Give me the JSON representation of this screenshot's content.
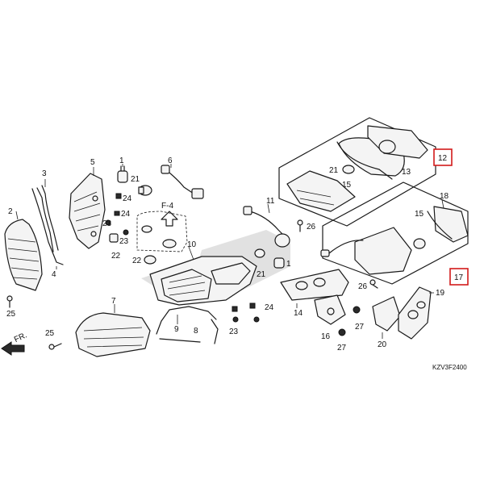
{
  "diagram": {
    "diagram_code": "KZV3F2400",
    "reference_tag": "F-4",
    "front_label": "FR.",
    "callouts": {
      "c1": "1",
      "c2": "2",
      "c3": "3",
      "c4": "4",
      "c5": "5",
      "c6": "6",
      "c7": "7",
      "c8": "8",
      "c9": "9",
      "c10": "10",
      "c11": "11",
      "c12": "12",
      "c13": "13",
      "c14": "14",
      "c15a": "15",
      "c15b": "15",
      "c16": "16",
      "c17": "17",
      "c18": "18",
      "c19": "19",
      "c20": "20",
      "c21a": "21",
      "c21b": "21",
      "c21c": "21",
      "c22a": "22",
      "c22b": "22",
      "c23a": "23",
      "c23b": "23",
      "c23c": "23",
      "c24a": "24",
      "c24b": "24",
      "c24c": "24",
      "c25a": "25",
      "c25b": "25",
      "c26a": "26",
      "c26b": "26",
      "c27a": "27",
      "c27b": "27"
    },
    "highlight_color": "#d21a1a"
  }
}
